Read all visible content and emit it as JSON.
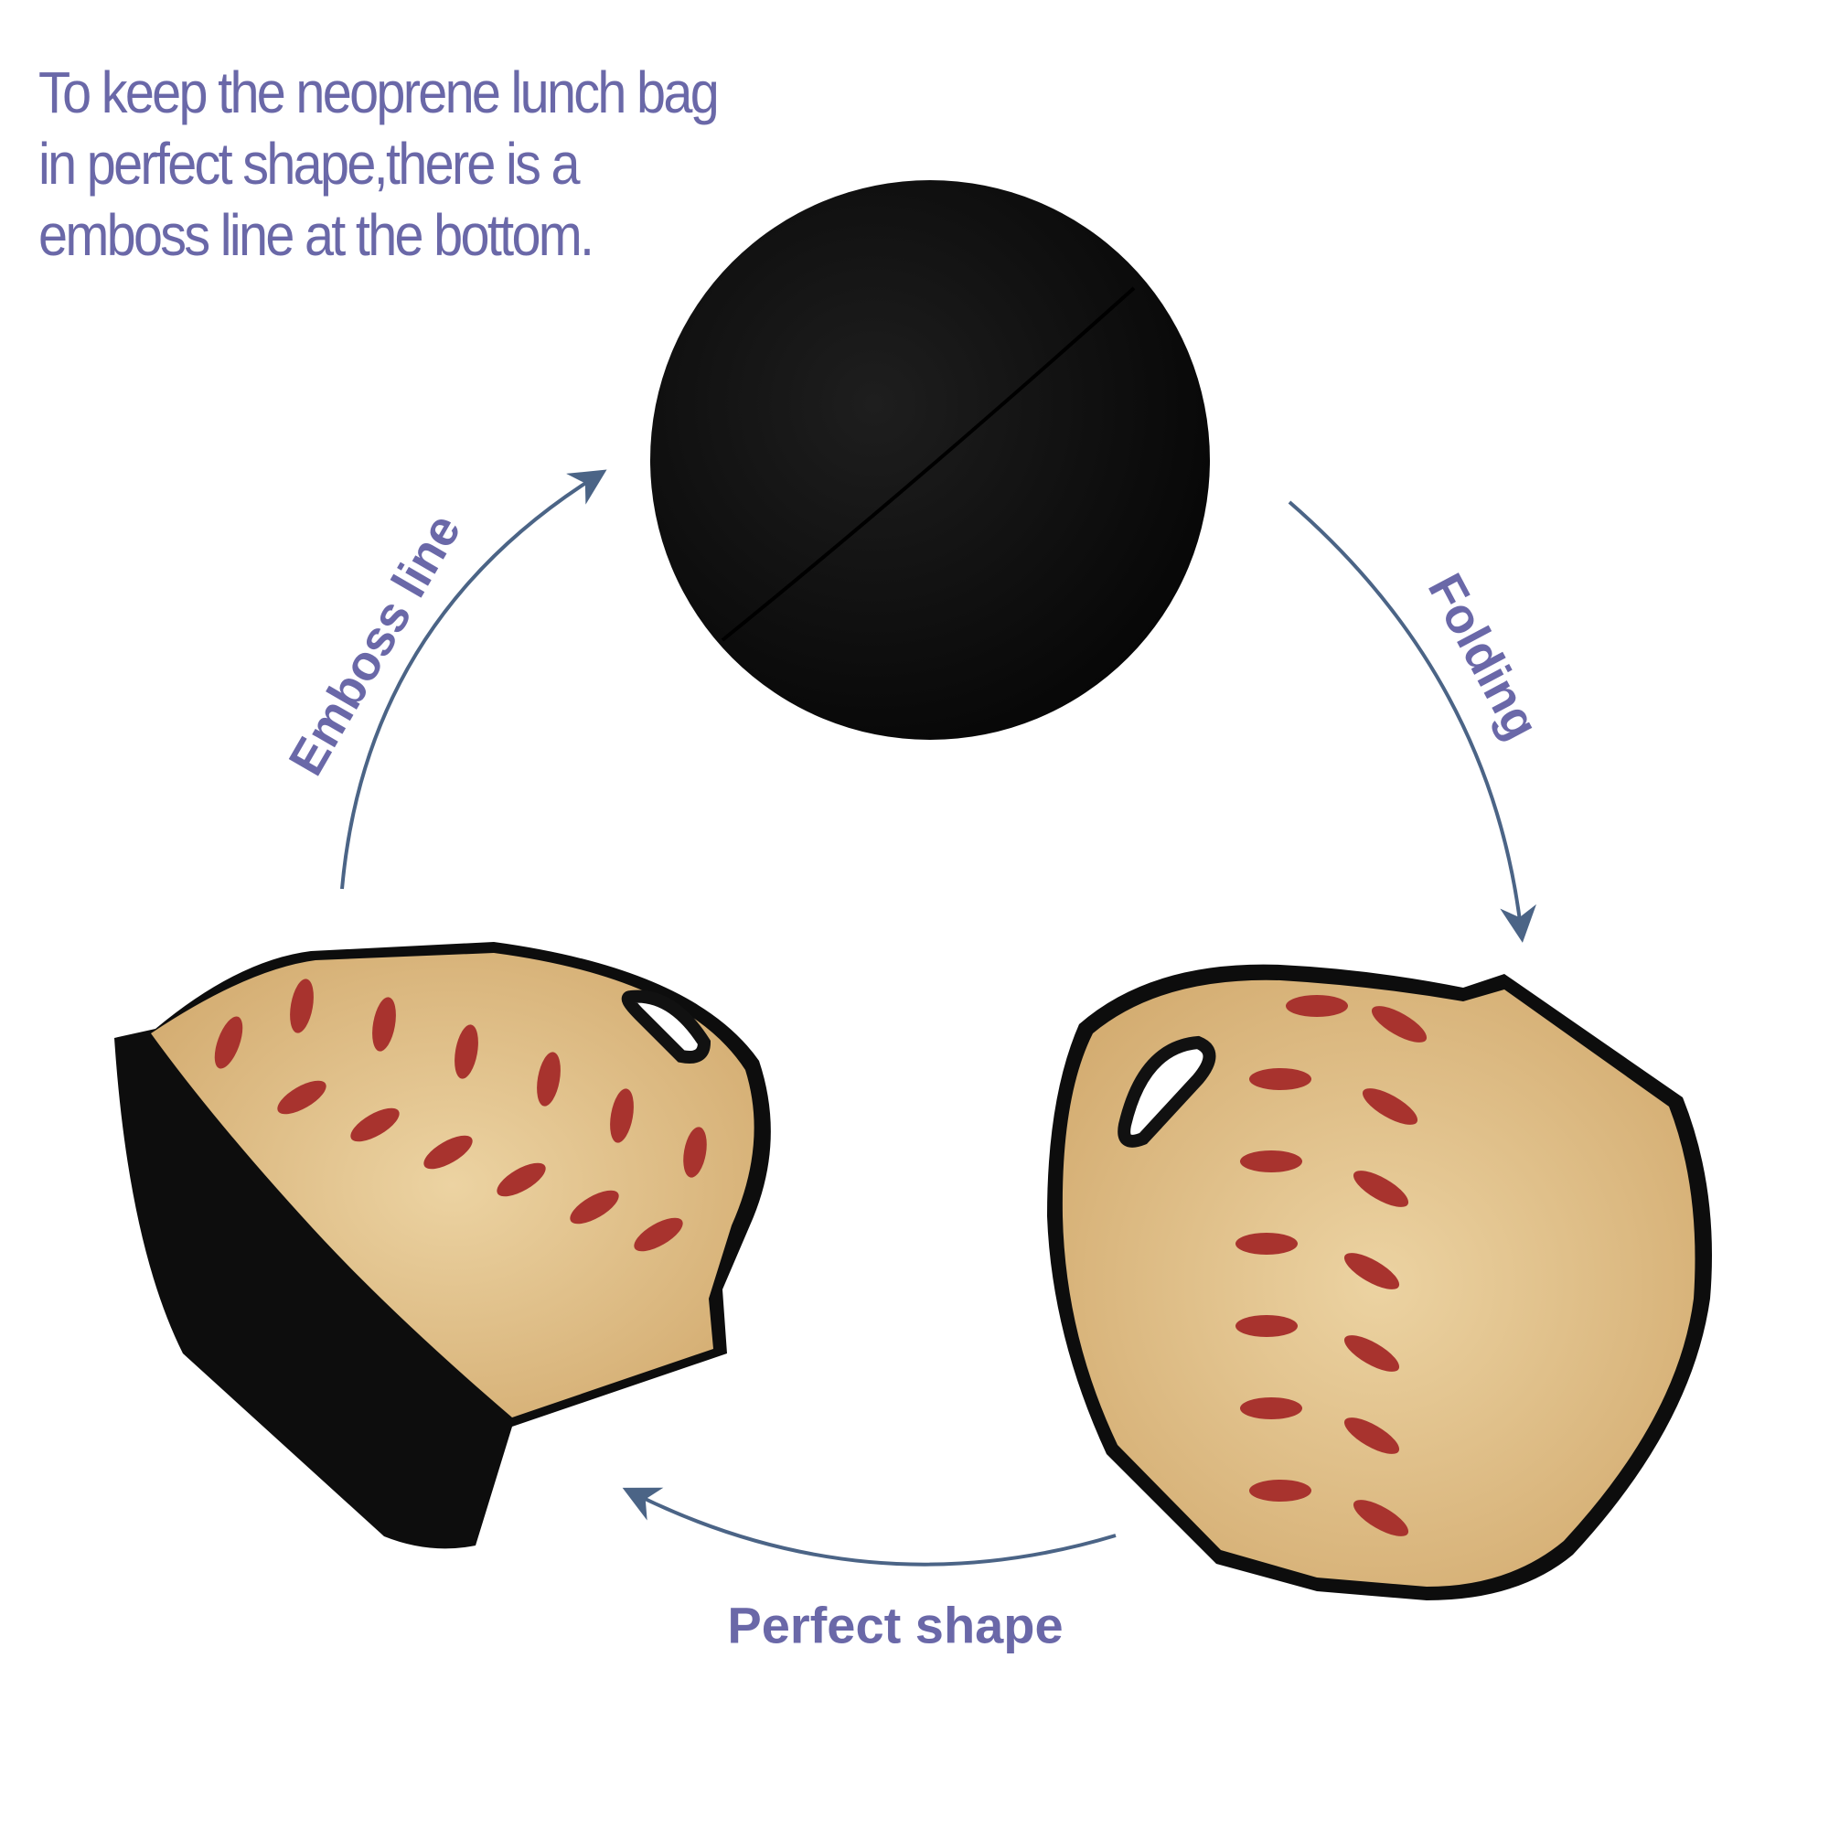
{
  "intro_text": [
    "To keep the neoprene lunch bag",
    "in perfect shape,there is a",
    "emboss line at the bottom."
  ],
  "labels": {
    "emboss": "Emboss line",
    "folding": "Folding",
    "perfect": "Perfect shape"
  },
  "colors": {
    "text": "#6a68a8",
    "arrow": "#4b6486",
    "leather": "#e2c48e",
    "stitch": "#a8332e",
    "neoprene": "#111111"
  }
}
